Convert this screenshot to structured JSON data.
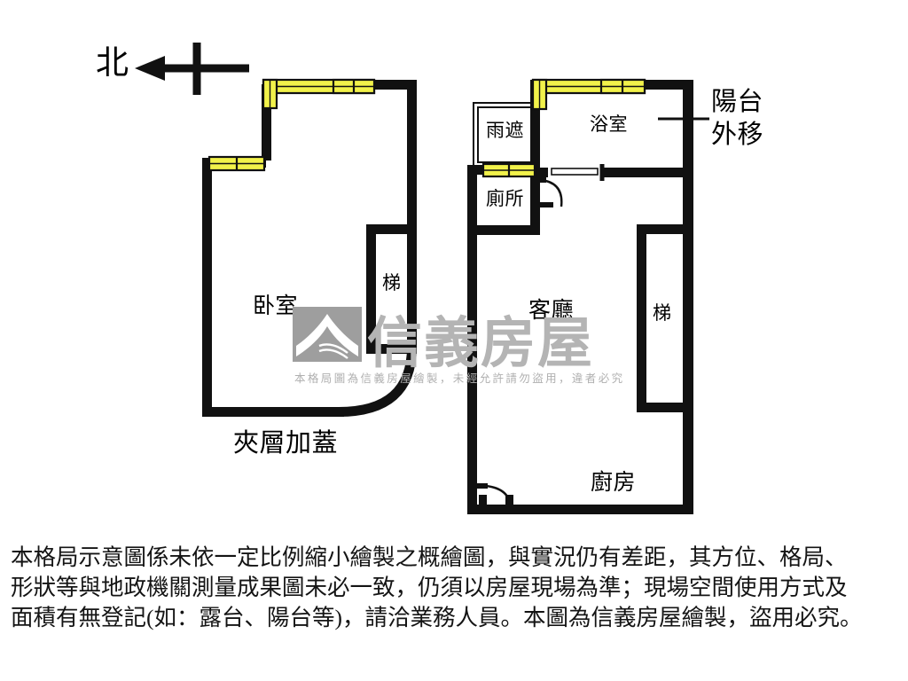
{
  "document": {
    "type": "real-estate-floor-plan",
    "orientation_label": "北"
  },
  "labels": {
    "north": "北",
    "bedroom": "卧室",
    "left_stairs": "梯",
    "right_stairs": "梯",
    "mezzanine_note": "夾層加蓋",
    "rain_shield": "雨遮",
    "toilet": "廁所",
    "bathroom": "浴室",
    "living_room": "客廳",
    "kitchen": "廚房",
    "balcony_callout_line1": "陽台",
    "balcony_callout_line2": "外移"
  },
  "watermark": {
    "brand": "信義房屋",
    "notice": "本格局圖為信義房屋繪製，未經允許請勿盜用，違者必究"
  },
  "disclaimer": {
    "line1": "本格局示意圖係未依一定比例縮小繪製之概繪圖，與實況仍有差距，其方位、格局、",
    "line2": "形狀等與地政機關測量成果圖未必一致，仍須以房屋現場為準；現場空間使用方式及",
    "line3": "面積有無登記(如：露台、陽台等)，請洽業務人員。本圖為信義房屋繪製，盜用必究。"
  },
  "colors": {
    "wall": "#111111",
    "window_fill": "#f2f24a",
    "window_border": "#111111",
    "background": "#ffffff",
    "watermark_gray": "#b4b4b4",
    "logo_gray": "#9e9e9e",
    "text": "#141414"
  },
  "legend_notes": {
    "window_symbol": "yellow bar = window / glazing",
    "thin_box": "thin outline box = 雨遮 rain shield (non-enclosed)",
    "arc": "quarter-arc = swing door"
  }
}
